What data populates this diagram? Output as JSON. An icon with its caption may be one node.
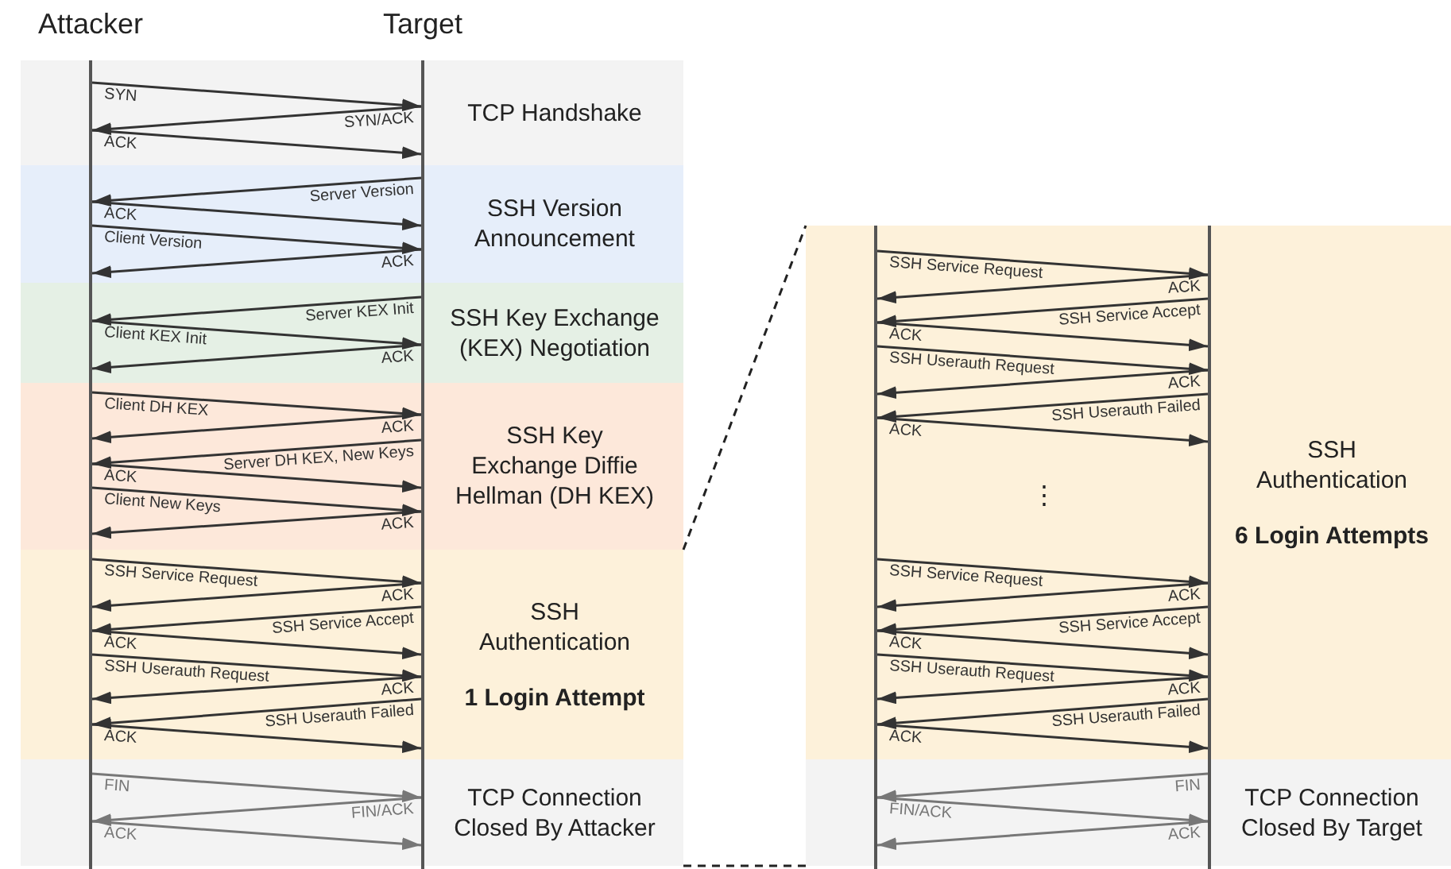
{
  "diagram": {
    "nodes": [
      {
        "text": [
          "Attacker"
        ]
      },
      {
        "text": [
          "Target"
        ]
      },
      {
        "text": [
          "TCP Handshake"
        ]
      },
      {
        "text": [
          "SSH Version Announcement"
        ]
      },
      {
        "text": [
          "SSH Key Exchange (KEX) Negotiation"
        ]
      },
      {
        "text": [
          "SSH Key Exchange Diffie Hellman (DH KEX)"
        ]
      },
      {
        "text": [
          "SSH Authentication",
          "1 Login Attempt"
        ]
      },
      {
        "text": [
          "TCP Connection Closed By Attacker"
        ]
      },
      {
        "text": [
          "SSH Authentication",
          "6 Login Attempts"
        ]
      },
      {
        "text": [
          "TCP Connection Closed By Target"
        ]
      },
      {
        "text": [],
        "shape": "bar"
      },
      {
        "text": [],
        "shape": "bar"
      }
    ],
    "edges": [
      {
        "from": 0,
        "to": 1,
        "arrow": "to",
        "label": "SYN"
      },
      {
        "from": 1,
        "to": 0,
        "arrow": "to",
        "label": "SYN/ACK"
      },
      {
        "from": 0,
        "to": 1,
        "arrow": "to",
        "label": "ACK"
      },
      {
        "from": 1,
        "to": 0,
        "arrow": "to",
        "label": "Server Version"
      },
      {
        "from": 0,
        "to": 1,
        "arrow": "to",
        "label": "ACK"
      },
      {
        "from": 0,
        "to": 1,
        "arrow": "to",
        "label": "Client Version"
      },
      {
        "from": 1,
        "to": 0,
        "arrow": "to",
        "label": "ACK"
      },
      {
        "from": 1,
        "to": 0,
        "arrow": "to",
        "label": "Server KEX Init"
      },
      {
        "from": 0,
        "to": 1,
        "arrow": "to",
        "label": "Client KEX Init"
      },
      {
        "from": 1,
        "to": 0,
        "arrow": "to",
        "label": "ACK"
      },
      {
        "from": 0,
        "to": 1,
        "arrow": "to",
        "label": "Client DH KEX"
      },
      {
        "from": 1,
        "to": 0,
        "arrow": "to",
        "label": "ACK"
      },
      {
        "from": 1,
        "to": 0,
        "arrow": "to",
        "label": "Server DH KEX, New Keys"
      },
      {
        "from": 0,
        "to": 1,
        "arrow": "to",
        "label": "ACK"
      },
      {
        "from": 0,
        "to": 1,
        "arrow": "to",
        "label": "Client New Keys"
      },
      {
        "from": 1,
        "to": 0,
        "arrow": "to",
        "label": "ACK"
      },
      {
        "from": 0,
        "to": 1,
        "arrow": "to",
        "label": "SSH Service Request"
      },
      {
        "from": 1,
        "to": 0,
        "arrow": "to",
        "label": "ACK"
      },
      {
        "from": 1,
        "to": 0,
        "arrow": "to",
        "label": "SSH Service Accept"
      },
      {
        "from": 0,
        "to": 1,
        "arrow": "to",
        "label": "ACK"
      },
      {
        "from": 0,
        "to": 1,
        "arrow": "to",
        "label": "SSH Userauth Request"
      },
      {
        "from": 1,
        "to": 0,
        "arrow": "to",
        "label": "ACK"
      },
      {
        "from": 1,
        "to": 0,
        "arrow": "to",
        "label": "SSH Userauth Failed"
      },
      {
        "from": 0,
        "to": 1,
        "arrow": "to",
        "label": "ACK"
      },
      {
        "from": 0,
        "to": 1,
        "arrow": "to",
        "label": "FIN",
        "color": "#777777"
      },
      {
        "from": 1,
        "to": 0,
        "arrow": "to",
        "label": "FIN/ACK",
        "color": "#777777"
      },
      {
        "from": 0,
        "to": 1,
        "arrow": "to",
        "label": "ACK",
        "color": "#777777"
      },
      {
        "from": 10,
        "to": 11,
        "arrow": "to",
        "label": "SSH Service Request"
      },
      {
        "from": 11,
        "to": 10,
        "arrow": "to",
        "label": "ACK"
      },
      {
        "from": 11,
        "to": 10,
        "arrow": "to",
        "label": "SSH Service Accept"
      },
      {
        "from": 10,
        "to": 11,
        "arrow": "to",
        "label": "ACK"
      },
      {
        "from": 10,
        "to": 11,
        "arrow": "to",
        "label": "SSH Userauth Request"
      },
      {
        "from": 11,
        "to": 10,
        "arrow": "to",
        "label": "ACK"
      },
      {
        "from": 11,
        "to": 10,
        "arrow": "to",
        "label": "SSH Userauth Failed"
      },
      {
        "from": 10,
        "to": 11,
        "arrow": "to",
        "label": "ACK"
      },
      {
        "from": 10,
        "to": 11,
        "arrow": "to",
        "label": "SSH Service Request"
      },
      {
        "from": 11,
        "to": 10,
        "arrow": "to",
        "label": "ACK"
      },
      {
        "from": 11,
        "to": 10,
        "arrow": "to",
        "label": "SSH Service Accept"
      },
      {
        "from": 10,
        "to": 11,
        "arrow": "to",
        "label": "ACK"
      },
      {
        "from": 10,
        "to": 11,
        "arrow": "to",
        "label": "SSH Userauth Request"
      },
      {
        "from": 11,
        "to": 10,
        "arrow": "to",
        "label": "ACK"
      },
      {
        "from": 11,
        "to": 10,
        "arrow": "to",
        "label": "SSH Userauth Failed"
      },
      {
        "from": 10,
        "to": 11,
        "arrow": "to",
        "label": "ACK"
      },
      {
        "from": 11,
        "to": 10,
        "arrow": "to",
        "label": "FIN",
        "color": "#777777"
      },
      {
        "from": 10,
        "to": 11,
        "arrow": "to",
        "label": "FIN/ACK",
        "color": "#777777"
      },
      {
        "from": 11,
        "to": 10,
        "arrow": "to",
        "label": "ACK",
        "color": "#777777"
      }
    ],
    "labels": [
      "⋮"
    ]
  }
}
